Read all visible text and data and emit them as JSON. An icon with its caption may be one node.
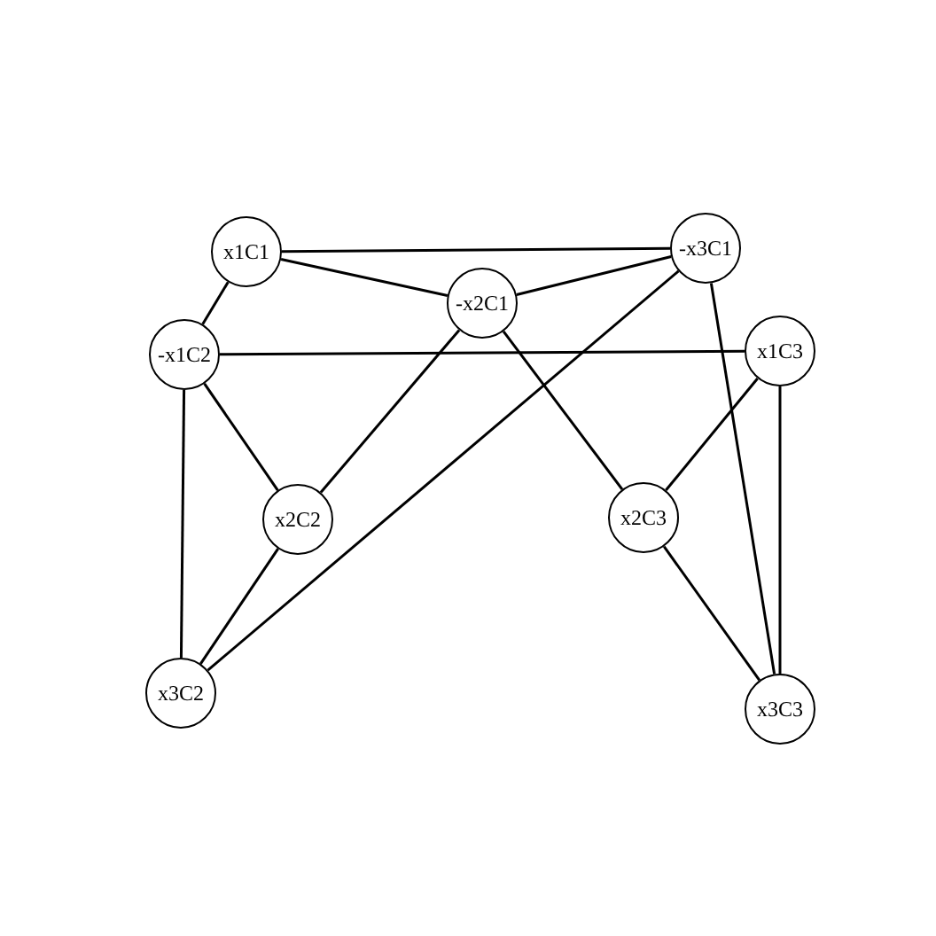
{
  "diagram": {
    "nodes": [
      {
        "text": [
          "x1C1"
        ]
      },
      {
        "text": [
          "-x3C1"
        ]
      },
      {
        "text": [
          "-x2C1"
        ]
      },
      {
        "text": [
          "-x1C2"
        ]
      },
      {
        "text": [
          "x1C3"
        ]
      },
      {
        "text": [
          "x2C2"
        ]
      },
      {
        "text": [
          "x2C3"
        ]
      },
      {
        "text": [
          "x3C2"
        ]
      },
      {
        "text": [
          "x3C3"
        ]
      }
    ],
    "edges": [
      {
        "from": 0,
        "to": 1,
        "arrow": "none"
      },
      {
        "from": 0,
        "to": 2,
        "arrow": "none"
      },
      {
        "from": 0,
        "to": 3,
        "arrow": "none"
      },
      {
        "from": 2,
        "to": 1,
        "arrow": "none"
      },
      {
        "from": 2,
        "to": 5,
        "arrow": "none"
      },
      {
        "from": 2,
        "to": 6,
        "arrow": "none"
      },
      {
        "from": 1,
        "to": 7,
        "arrow": "none"
      },
      {
        "from": 1,
        "to": 8,
        "arrow": "none"
      },
      {
        "from": 3,
        "to": 4,
        "arrow": "none"
      },
      {
        "from": 3,
        "to": 5,
        "arrow": "none"
      },
      {
        "from": 3,
        "to": 7,
        "arrow": "none"
      },
      {
        "from": 4,
        "to": 6,
        "arrow": "none"
      },
      {
        "from": 4,
        "to": 8,
        "arrow": "none"
      },
      {
        "from": 5,
        "to": 7,
        "arrow": "none"
      },
      {
        "from": 6,
        "to": 8,
        "arrow": "none"
      }
    ]
  }
}
